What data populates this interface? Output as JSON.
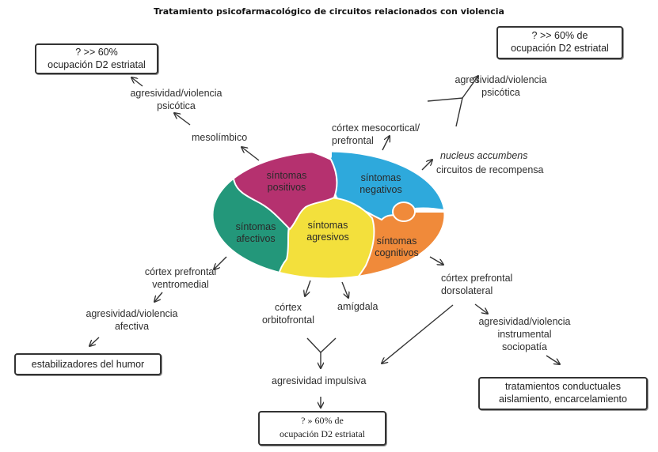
{
  "title": "Tratamiento psicofarmacológico de circuitos relacionados con violencia",
  "pieces": {
    "positivos": {
      "line1": "síntomas",
      "line2": "positivos",
      "color": "#b5316f"
    },
    "negativos": {
      "line1": "síntomas",
      "line2": "negativos",
      "color": "#2ea9dc"
    },
    "afectivos": {
      "line1": "síntomas",
      "line2": "afectivos",
      "color": "#23977a"
    },
    "agresivos": {
      "line1": "síntomas",
      "line2": "agresivos",
      "color": "#f3e03c"
    },
    "cognitivos": {
      "line1": "síntomas",
      "line2": "cognitivos",
      "color": "#f08a3a"
    }
  },
  "boxes": {
    "top_left": {
      "line1": "? >> 60%",
      "line2": "ocupación D2 estriatal"
    },
    "top_right": {
      "line1": "? >> 60% de",
      "line2": "ocupación D2 estriatal"
    },
    "bottom_left": {
      "line1": "estabilizadores del humor"
    },
    "bottom_center": {
      "line1": "? » 60% de",
      "line2": "ocupación D2 estriatal"
    },
    "bottom_right": {
      "line1": "tratamientos conductuales",
      "line2": "aislamiento, encarcelamiento"
    }
  },
  "labels": {
    "agresividad_psicotica_left": {
      "line1": "agresividad/violencia",
      "line2": "psicótica"
    },
    "mesolimbico": "mesolímbico",
    "cortex_mesocortical": {
      "line1": "córtex mesocortical/",
      "line2": "prefrontal"
    },
    "agresividad_psicotica_right": {
      "line1": "agresividad/violencia",
      "line2": "psicótica"
    },
    "nucleus_accumbens": "nucleus accumbens",
    "circuitos_recompensa": "circuitos de recompensa",
    "cortex_ventromedial": {
      "line1": "córtex prefrontal",
      "line2": "ventromedial"
    },
    "agresividad_afectiva": {
      "line1": "agresividad/violencia",
      "line2": "afectiva"
    },
    "cortex_orbitofrontal": {
      "line1": "córtex",
      "line2": "orbitofrontal"
    },
    "amigdala": "amígdala",
    "cortex_dorsolateral": {
      "line1": "córtex prefrontal",
      "line2": "dorsolateral"
    },
    "agresividad_instrumental": {
      "line1": "agresividad/violencia",
      "line2": "instrumental",
      "line3": "sociopatía"
    },
    "agresividad_impulsiva": "agresividad impulsiva"
  }
}
